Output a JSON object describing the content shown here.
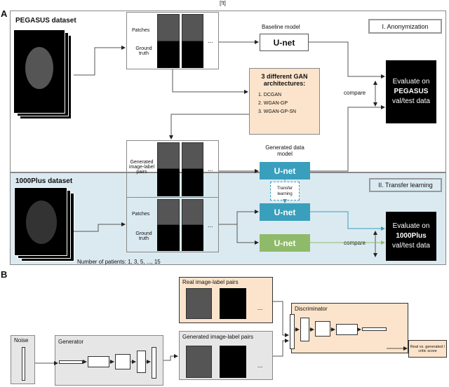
{
  "header": "[!t]",
  "panel_a": {
    "label": "A",
    "pegasus_title": "PEGASUS dataset",
    "patches": "Patches",
    "ground_truth": "Ground truth",
    "ellipsis": "...",
    "baseline_model": "Baseline model",
    "unet": "U-net",
    "anonymization": "I. Anonymization",
    "gan_title": "3 different GAN architectures:",
    "gan_list": [
      "1. DCGAN",
      "2. WGAN-GP",
      "3. WGAN-GP-SN"
    ],
    "compare": "compare",
    "eval1": [
      "Evaluate on",
      "PEGASUS",
      "val/test data"
    ],
    "generated_pairs": "Generated image-label pairs",
    "generated_model": "Generated data model",
    "transfer": "Transfer learning",
    "plus_title": "1000Plus dataset",
    "transfer_section": "II. Transfer learning",
    "eval2": [
      "Evaluate on",
      "1000Plus",
      "val/test data"
    ],
    "num_patients": "Number of patients: 1, 3, 5, ..., 15"
  },
  "panel_b": {
    "label": "B",
    "real_pairs": "Real image-label pairs",
    "generated_pairs": "Generated image-label pairs",
    "noise": "Noise",
    "generator": "Generator",
    "discriminator": "Discriminator",
    "output": "Real vs. generated / critic score",
    "ellipsis": "..."
  },
  "colors": {
    "teal": "#3a9fbd",
    "green": "#8fba6a",
    "peach": "#fbe4cb",
    "blue_bg": "#dbeaf1",
    "gray_bg": "#e6e6e6"
  }
}
